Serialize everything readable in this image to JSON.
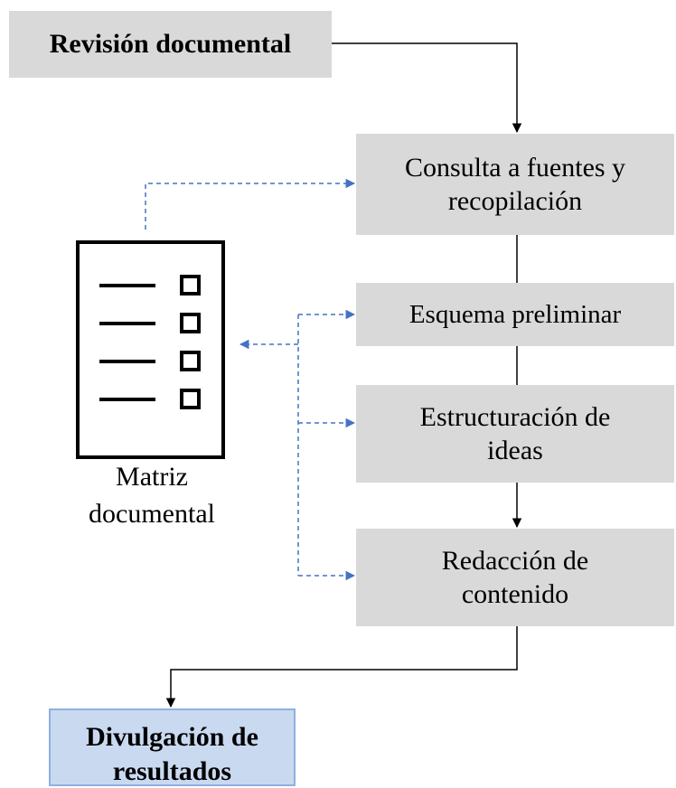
{
  "flow": {
    "start": "Revisión documental",
    "steps": [
      {
        "line1": "Consulta a fuentes y",
        "line2": "recopilación"
      },
      {
        "line1": "Esquema preliminar"
      },
      {
        "line1": "Estructuración de",
        "line2": "ideas"
      },
      {
        "line1": "Redacción de",
        "line2": "contenido"
      }
    ],
    "final": {
      "line1": "Divulgación de",
      "line2": "resultados"
    }
  },
  "matrix": {
    "label_line1": "Matriz",
    "label_line2": "documental",
    "icon": "checklist-document-icon"
  },
  "colors": {
    "box_fill": "#d9d9d9",
    "final_fill": "#c9d9f0",
    "final_border": "#8fb0df",
    "flow_arrow": "#000000",
    "dashed_arrow": "#4472c4"
  }
}
